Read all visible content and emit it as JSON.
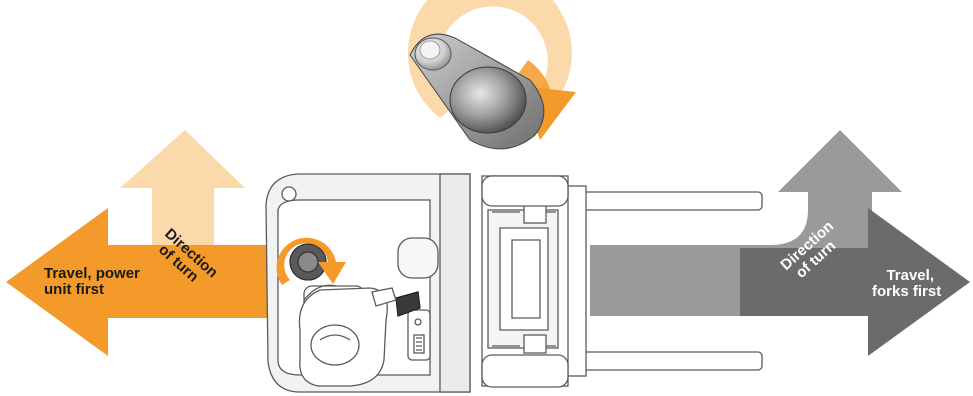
{
  "labels": {
    "travel_power_unit_first": [
      "Travel, power",
      "unit first"
    ],
    "direction_of_turn_left": [
      "Direction",
      "of turn"
    ],
    "direction_of_turn_right": [
      "Direction",
      "of turn"
    ],
    "travel_forks_first": [
      "Travel,",
      "forks first"
    ]
  },
  "colors": {
    "orange_strong": "#f39a2b",
    "orange_light": "#fbd9aa",
    "gray_mid": "#9a9a9a",
    "gray_dark": "#6b6b6b",
    "label_light": "#ffffff",
    "label_dark": "#1a1a1a"
  },
  "icons": {
    "left_travel_arrow": "arrow-left-icon",
    "left_turn_arrow": "curved-arrow-up-icon",
    "right_travel_arrow": "arrow-right-icon",
    "right_turn_arrow": "curved-arrow-up-icon",
    "top_rotation": "rotate-clockwise-icon",
    "tiller_rotation": "rotate-clockwise-icon"
  }
}
